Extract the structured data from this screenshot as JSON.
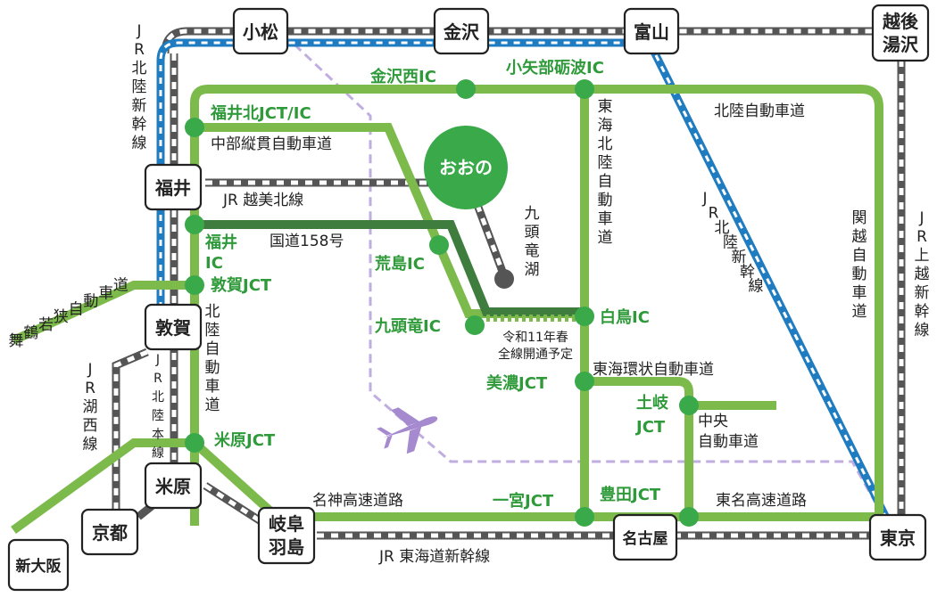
{
  "colors": {
    "road": "#7dba4c",
    "road_dark": "#3f7d3f",
    "ic_dot": "#3aa94a",
    "label_green": "#2f9a3a",
    "shinkansen_blue": "#1f7cc0",
    "rail_dark": "#555555",
    "flight_purple": "#a58ad0",
    "lake": "#555555"
  },
  "cities": {
    "komatsu": "小松",
    "kanazawa": "金沢",
    "toyama": "富山",
    "echigo_yuzawa": "越後\n湯沢",
    "fukui": "福井",
    "tsuruga": "敦賀",
    "maibara": "米原",
    "kyoto": "京都",
    "shin_osaka": "新大阪",
    "gifu_hashima": "岐阜\n羽島",
    "nagoya": "名古屋",
    "tokyo": "東京"
  },
  "ic_labels": {
    "kanazawa_nishi": "金沢西IC",
    "oyabe_tonami": "小矢部砺波IC",
    "fukui_kita": "福井北JCT/IC",
    "fukui_ic": "福井\nIC",
    "tsuruga_jct": "敦賀JCT",
    "arashima": "荒島IC",
    "kuzuryu": "九頭竜IC",
    "shirotori": "白鳥IC",
    "mino_jct": "美濃JCT",
    "toki_jct": "土岐\nJCT",
    "maibara_jct": "米原JCT",
    "ichinomiya_jct": "一宮JCT",
    "toyota_jct": "豊田JCT"
  },
  "roads": {
    "hokuriku_expressway_top": "北陸自動車道",
    "chubu_jukan": "中部縦貫自動車道",
    "tokai_hokuriku": "東海北陸自動車道",
    "kanetsu": "関越自動車道",
    "route158": "国道158号",
    "maizuru_wakasa": "舞鶴若狭自動車道",
    "hokuriku_expressway_left": "北陸自動車道",
    "tokai_kanjo": "東海環状自動車道",
    "chuo": "中央\n自動車道",
    "meishin": "名神高速道路",
    "tomei": "東名高速道路"
  },
  "rail": {
    "jr_hokuriku_shinkansen_left": "JR北陸新幹線",
    "jr_hokuriku_shinkansen_right": "JR北陸新幹線",
    "jr_etsumi_hoku": "JR 越美北線",
    "jr_joetsu_shinkansen": "JR上越新幹線",
    "jr_kosei": "JR湖西線",
    "jr_hokuriku_honsen": "JR北陸本線",
    "jr_tokaido_shinkansen": "JR 東海道新幹線"
  },
  "places": {
    "ono": "おおの",
    "kuzuryu_lake": "九頭竜湖"
  },
  "notes": {
    "opening": "令和11年春\n全線開通予定"
  },
  "icons": {
    "airplane": "airplane-icon",
    "lake_dot": "lake-icon"
  }
}
